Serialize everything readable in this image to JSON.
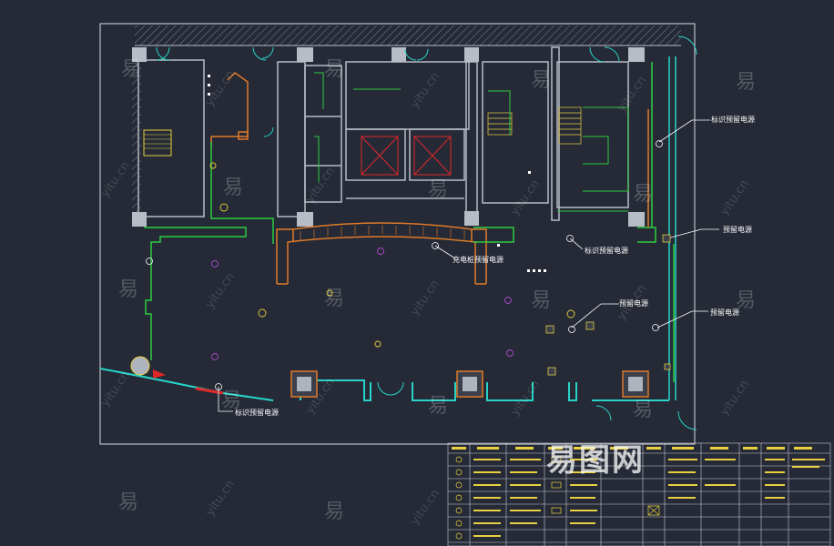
{
  "annotations": {
    "top_right_power": "标识预留电源",
    "charging_power": "充电桩预留电源",
    "center_sign_power": "标识预留电源",
    "right_power_1": "预留电源",
    "middle_power": "预留电源",
    "right_power_2": "预留电源",
    "bottom_sign_power": "标识预留电源"
  },
  "watermarks": {
    "char": "易",
    "site": "yitu.cn",
    "logo": "易图网"
  },
  "colors": {
    "background": "#252a36",
    "wall": "#b7bcc6",
    "door": "#28d4c8",
    "wire": "#2ecc40",
    "orange": "#e07a28",
    "red": "#e02828",
    "yellow": "#e8d040",
    "purple": "#b04ad0"
  }
}
